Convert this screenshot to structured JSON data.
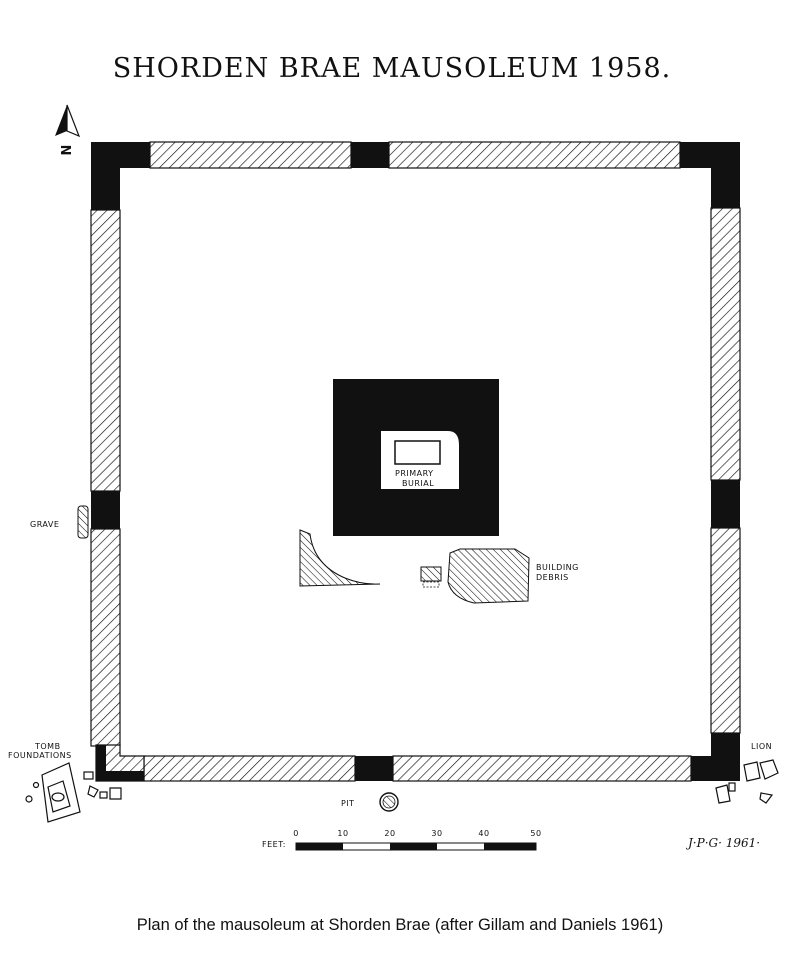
{
  "title": "SHORDEN BRAE MAUSOLEUM 1958.",
  "north_label": "N",
  "labels": {
    "primary_burial_line1": "PRIMARY",
    "primary_burial_line2": "BURIAL",
    "building_debris_line1": "BUILDING",
    "building_debris_line2": "DEBRIS",
    "grave": "GRAVE",
    "tomb_foundations_line1": "TOMB",
    "tomb_foundations_line2": "FOUNDATIONS",
    "lion": "LION",
    "pit": "PIT"
  },
  "scale": {
    "unit_label": "FEET:",
    "ticks": [
      "0",
      "10",
      "20",
      "30",
      "40",
      "50"
    ]
  },
  "signature": "J·P·G· 1961·",
  "caption": "Plan of the mausoleum at Shorden Brae (after Gillam and Daniels 1961)"
}
